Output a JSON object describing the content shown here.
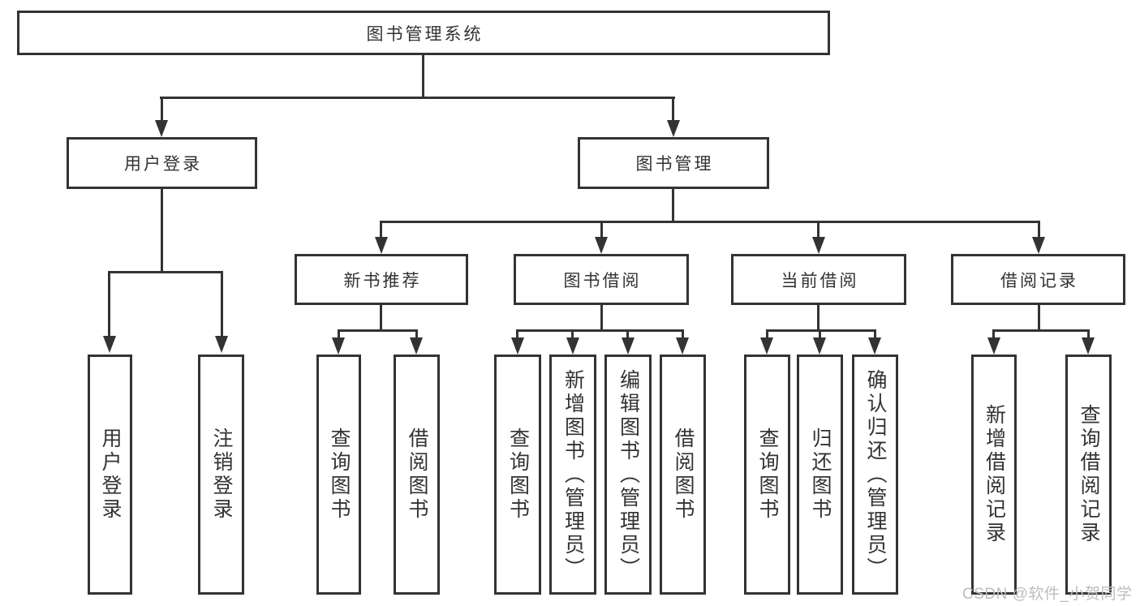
{
  "diagram": {
    "root": {
      "label": "图书管理系统"
    },
    "children": [
      {
        "label": "用户登录",
        "children": [
          {
            "label": "用户登录"
          },
          {
            "label": "注销登录"
          }
        ]
      },
      {
        "label": "图书管理",
        "children": [
          {
            "label": "新书推荐",
            "children": [
              {
                "label": "查询图书"
              },
              {
                "label": "借阅图书"
              }
            ]
          },
          {
            "label": "图书借阅",
            "children": [
              {
                "label": "查询图书"
              },
              {
                "label": "新增图书（管理员）"
              },
              {
                "label": "编辑图书（管理员）"
              },
              {
                "label": "借阅图书"
              }
            ]
          },
          {
            "label": "当前借阅",
            "children": [
              {
                "label": "查询图书"
              },
              {
                "label": "归还图书"
              },
              {
                "label": "确认归还（管理员）"
              }
            ]
          },
          {
            "label": "借阅记录",
            "children": [
              {
                "label": "新增借阅记录"
              },
              {
                "label": "查询借阅记录"
              }
            ]
          }
        ]
      }
    ],
    "colors": {
      "line": "#333333",
      "box_border": "#333333",
      "text": "#333333",
      "background": "#ffffff",
      "watermark": "#bdbdbd"
    }
  },
  "watermark": {
    "text": "CSDN @软件_小贺同学"
  }
}
